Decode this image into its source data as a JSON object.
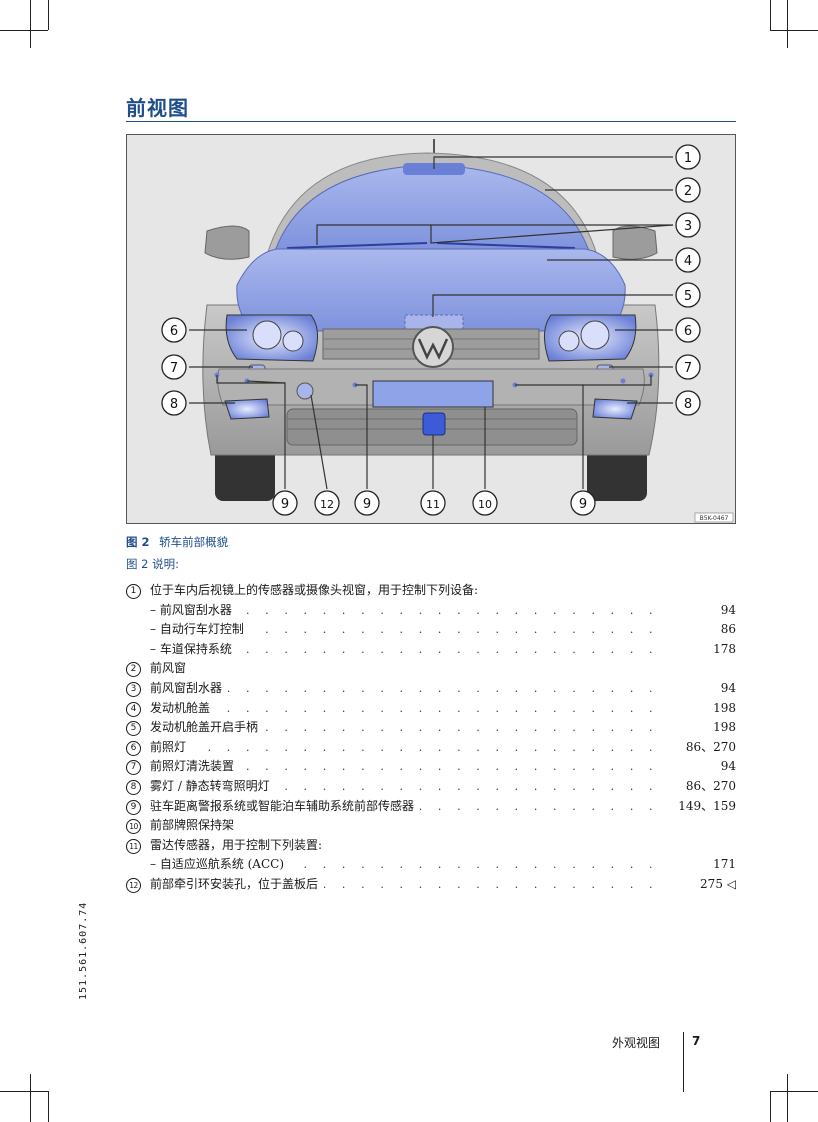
{
  "header": {
    "title": "前视图"
  },
  "figure": {
    "code": "B5K-0467",
    "callouts": [
      "1",
      "2",
      "3",
      "4",
      "5",
      "6",
      "6",
      "7",
      "7",
      "8",
      "8",
      "9",
      "12",
      "9",
      "11",
      "10",
      "9"
    ]
  },
  "caption": {
    "figure_label": "图 2",
    "figure_title": "轿车前部概貌",
    "legend_label": "图 2 说明:"
  },
  "items": [
    {
      "n": "1",
      "text": "位于车内后视镜上的传感器或摄像头视窗，用于控制下列设备:",
      "page": ""
    },
    {
      "n": "",
      "text": "– 前风窗刮水器",
      "page": "94"
    },
    {
      "n": "",
      "text": "– 自动行车灯控制",
      "page": "86"
    },
    {
      "n": "",
      "text": "– 车道保持系统",
      "page": "178"
    },
    {
      "n": "2",
      "text": "前风窗",
      "page": ""
    },
    {
      "n": "3",
      "text": "前风窗刮水器",
      "page": "94"
    },
    {
      "n": "4",
      "text": "发动机舱盖",
      "page": "198"
    },
    {
      "n": "5",
      "text": "发动机舱盖开启手柄",
      "page": "198"
    },
    {
      "n": "6",
      "text": "前照灯",
      "page": "86、270"
    },
    {
      "n": "7",
      "text": "前照灯清洗装置",
      "page": "94"
    },
    {
      "n": "8",
      "text": "雾灯 / 静态转弯照明灯",
      "page": "86、270"
    },
    {
      "n": "9",
      "text": "驻车距离警报系统或智能泊车辅助系统前部传感器",
      "page": "149、159"
    },
    {
      "n": "10",
      "text": "前部牌照保持架",
      "page": ""
    },
    {
      "n": "11",
      "text": "雷达传感器，用于控制下列装置:",
      "page": ""
    },
    {
      "n": "",
      "text": "– 自适应巡航系统 (ACC)",
      "page": "171"
    },
    {
      "n": "12",
      "text": "前部牵引环安装孔，位于盖板后",
      "page": "275 ◁"
    }
  ],
  "side_code": "151.561.607.74",
  "footer": {
    "section": "外观视图",
    "page_number": "7"
  },
  "colors": {
    "accent": "#1f4e8c",
    "highlight": "#8fa3e8"
  }
}
